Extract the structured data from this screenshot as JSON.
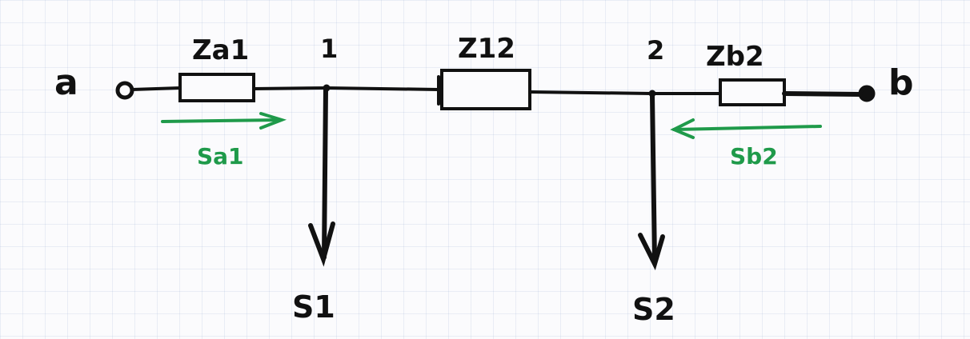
{
  "terminals": {
    "left_label": "a",
    "right_label": "b"
  },
  "nodes": {
    "node1_label": "1",
    "node2_label": "2"
  },
  "impedances": {
    "za1_label": "Za1",
    "z12_label": "Z12",
    "zb2_label": "Zb2"
  },
  "flows": {
    "sa1_label": "Sa1",
    "sb2_label": "Sb2"
  },
  "loads": {
    "s1_label": "S1",
    "s2_label": "S2"
  },
  "colors": {
    "ink": "#111111",
    "flow_green": "#1f9a4a",
    "paper": "#fbfbfd",
    "grid": "#aab8d6"
  }
}
